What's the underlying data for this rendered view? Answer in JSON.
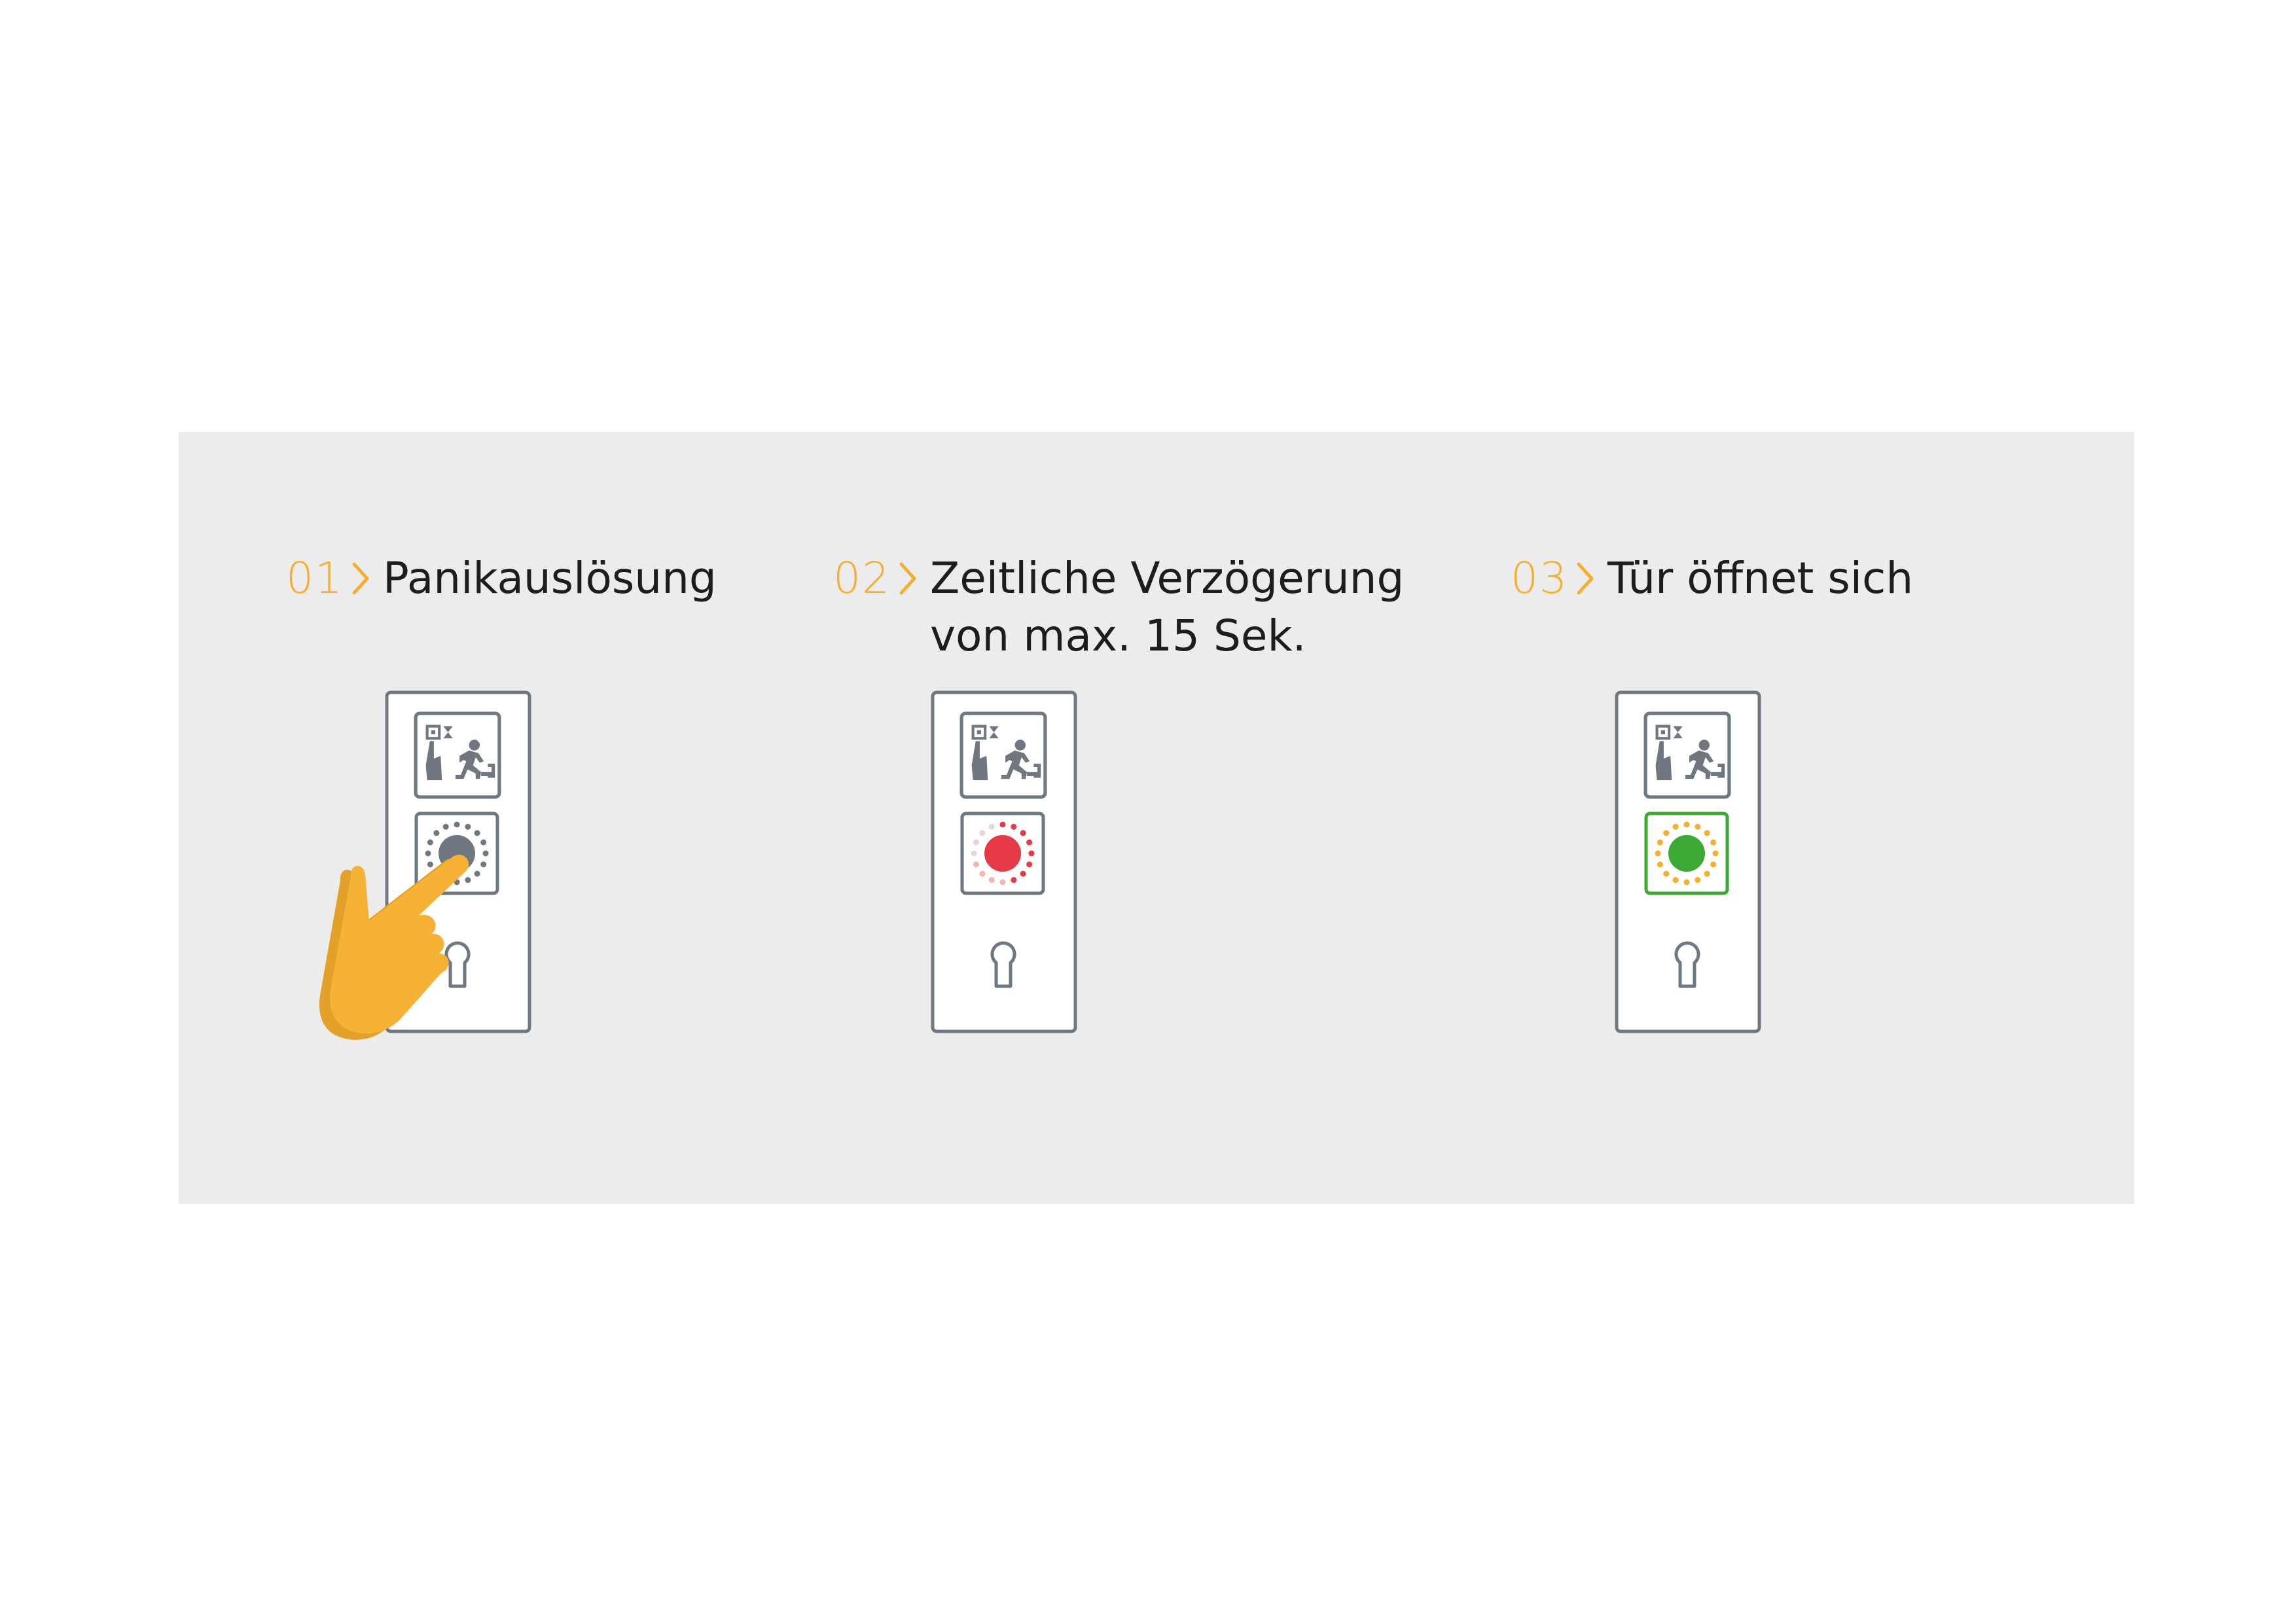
{
  "steps": [
    {
      "number": "01",
      "line1": "Panikauslösung",
      "line2": "",
      "light_state": "pressed"
    },
    {
      "number": "02",
      "line1": "Zeitliche Verzögerung",
      "line2": "von max. 15 Sek.",
      "light_state": "red"
    },
    {
      "number": "03",
      "line1": "Tür öffnet sich",
      "line2": "",
      "light_state": "green"
    }
  ],
  "colors": {
    "background": "#ffffff",
    "panel": "#ececec",
    "accent_orange": "#f6ae2d",
    "text": "#1d1d1d",
    "device_outline": "#6f7780",
    "button_gray": "#6f7780",
    "button_red": "#e63946",
    "button_green": "#3aaa35",
    "hand": "#f6b234"
  },
  "icons": {
    "step_marker": "chevron-right-icon",
    "device_symbol": "emergency-exit-release-icon",
    "button": "push-button-icon",
    "lock": "keyhole-icon",
    "pointer": "pointing-hand-icon"
  }
}
